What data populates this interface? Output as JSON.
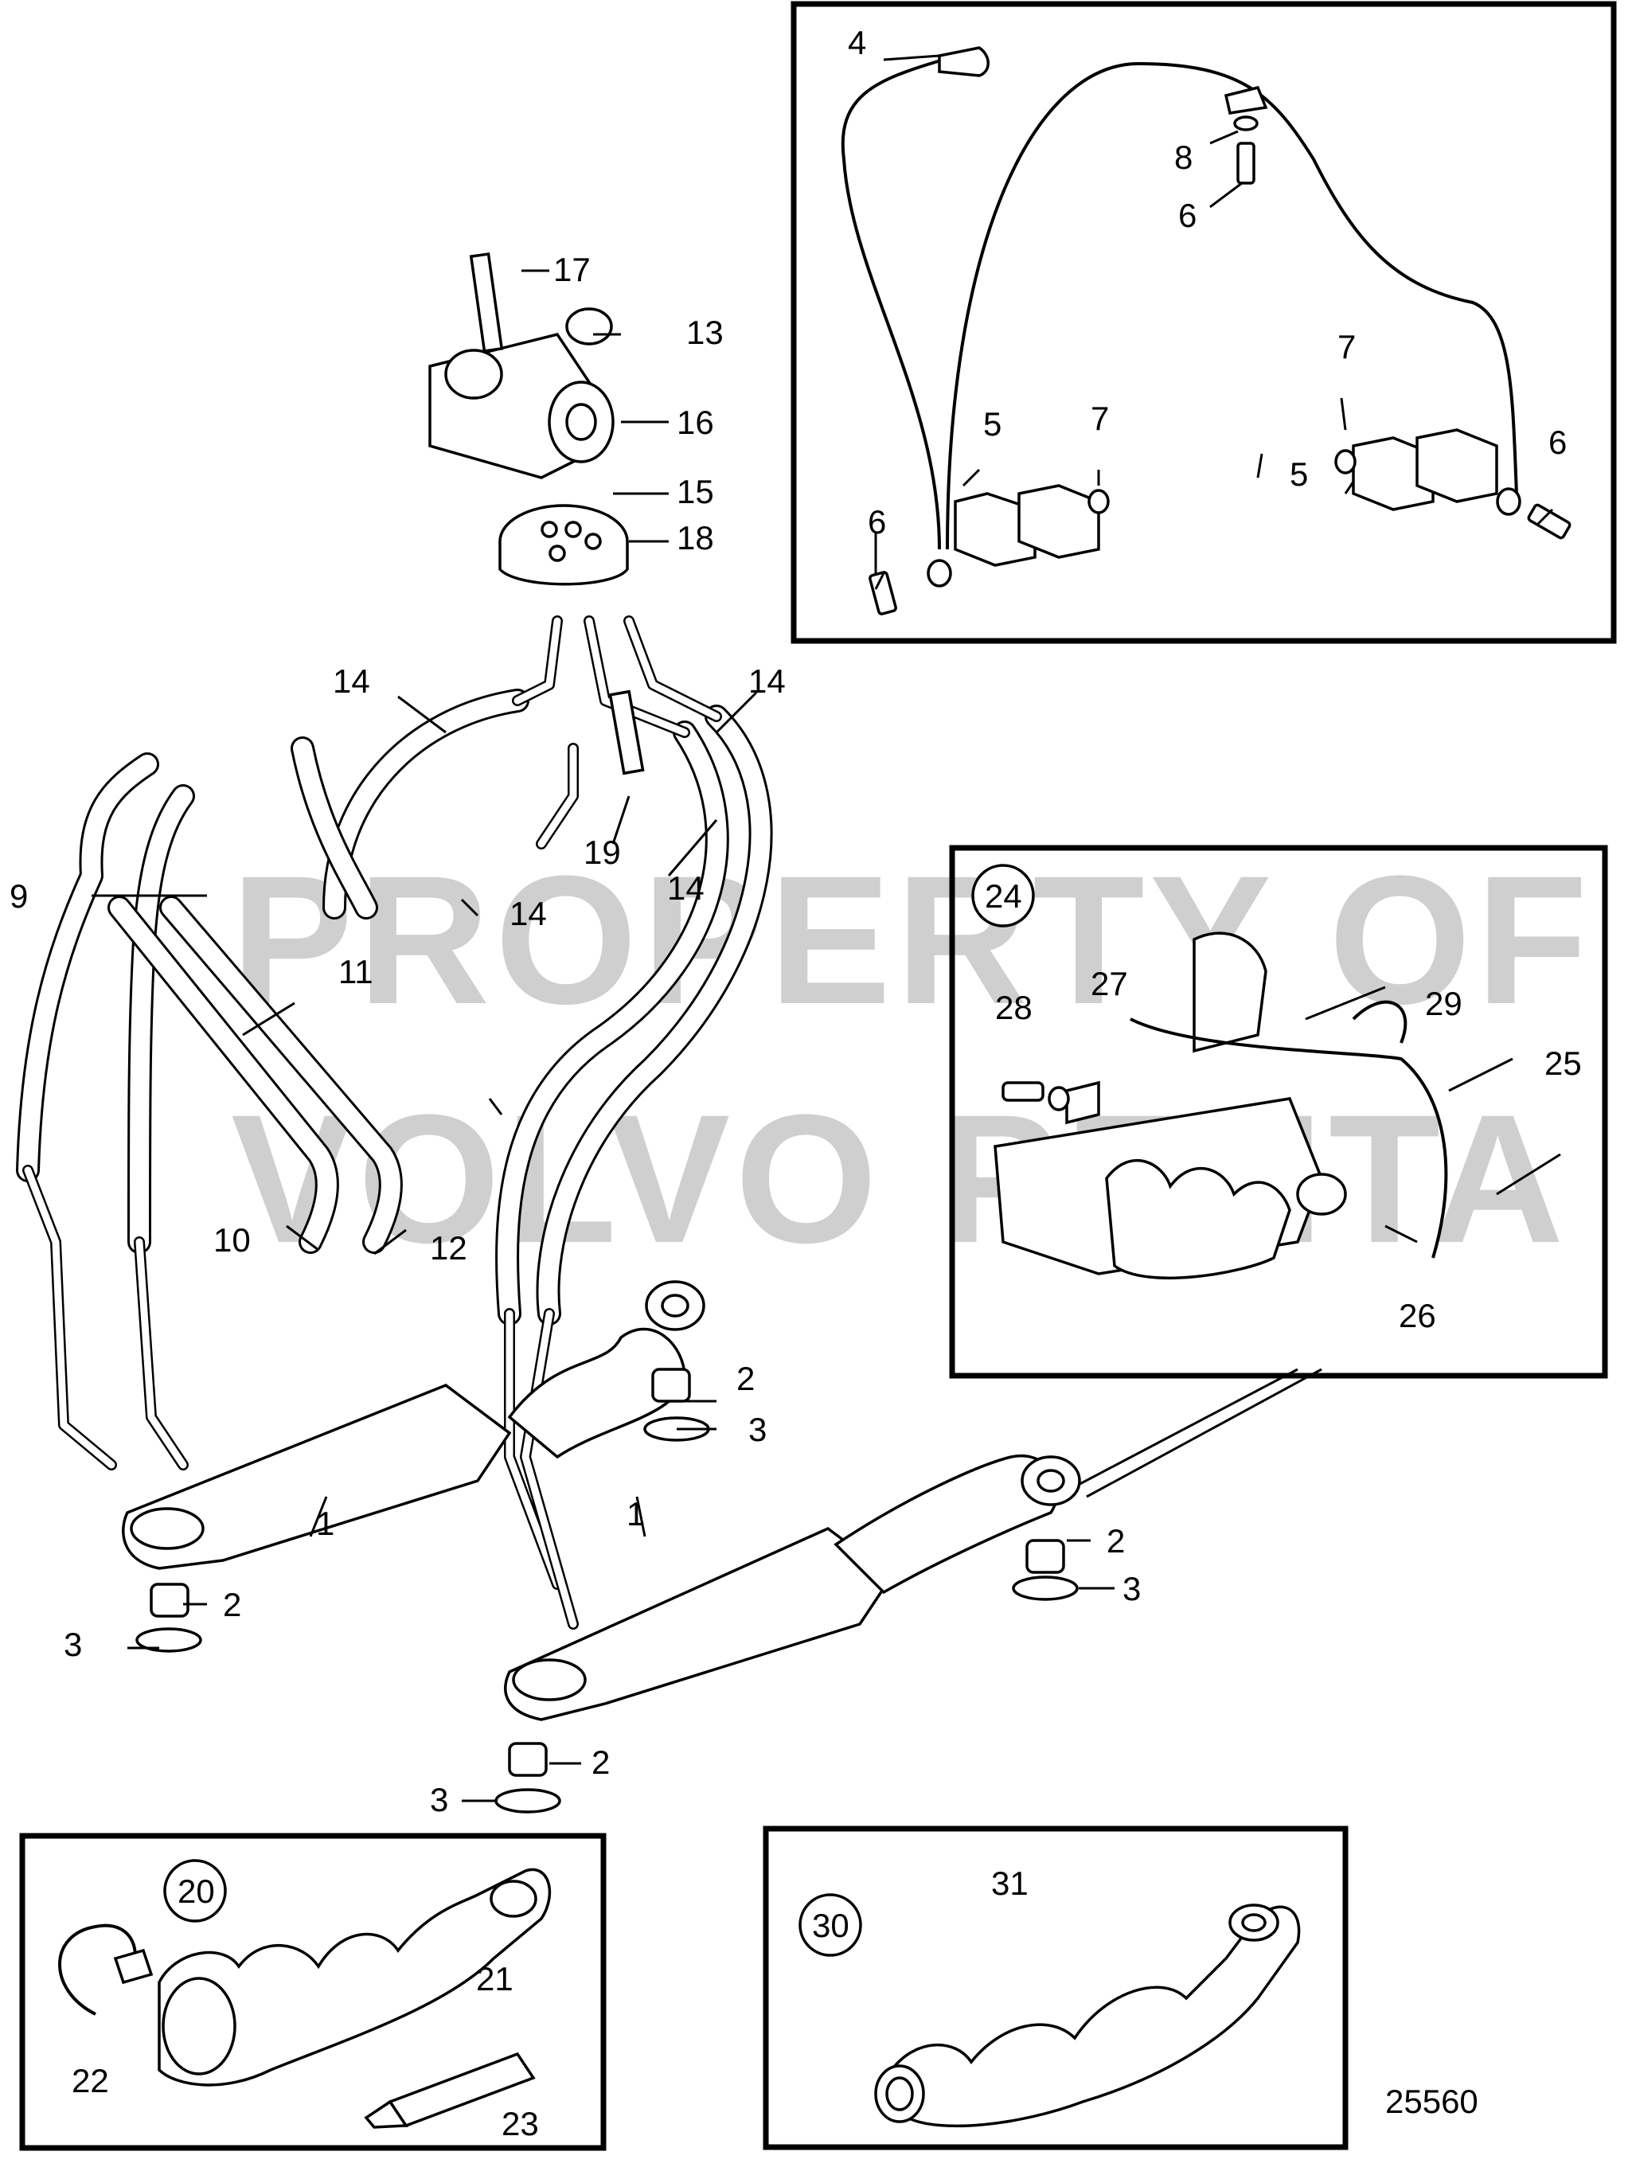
{
  "watermark": [
    "PROPERTY OF",
    "VOLVO PENTA"
  ],
  "figure_number": "25560",
  "callouts": {
    "c1a": "1",
    "c1b": "1",
    "c2a": "2",
    "c2b": "2",
    "c2c": "2",
    "c2d": "2",
    "c3a": "3",
    "c3b": "3",
    "c3c": "3",
    "c3d": "3",
    "c4": "4",
    "c5a": "5",
    "c5b": "5",
    "c6a": "6",
    "c6b": "6",
    "c6c": "6",
    "c7a": "7",
    "c7b": "7",
    "c8": "8",
    "c9": "9",
    "c10": "10",
    "c11": "11",
    "c12": "12",
    "c13": "13",
    "c14a": "14",
    "c14b": "14",
    "c14c": "14",
    "c14d": "14",
    "c15": "15",
    "c16": "16",
    "c17": "17",
    "c18": "18",
    "c19": "19",
    "c20": "20",
    "c21": "21",
    "c22": "22",
    "c23": "23",
    "c24": "24",
    "c25": "25",
    "c26": "26",
    "c27": "27",
    "c28": "28",
    "c29": "29",
    "c30": "30",
    "c31": "31"
  },
  "colors": {
    "line": "#000000",
    "watermark": "#cfcfcf",
    "background": "#ffffff"
  }
}
